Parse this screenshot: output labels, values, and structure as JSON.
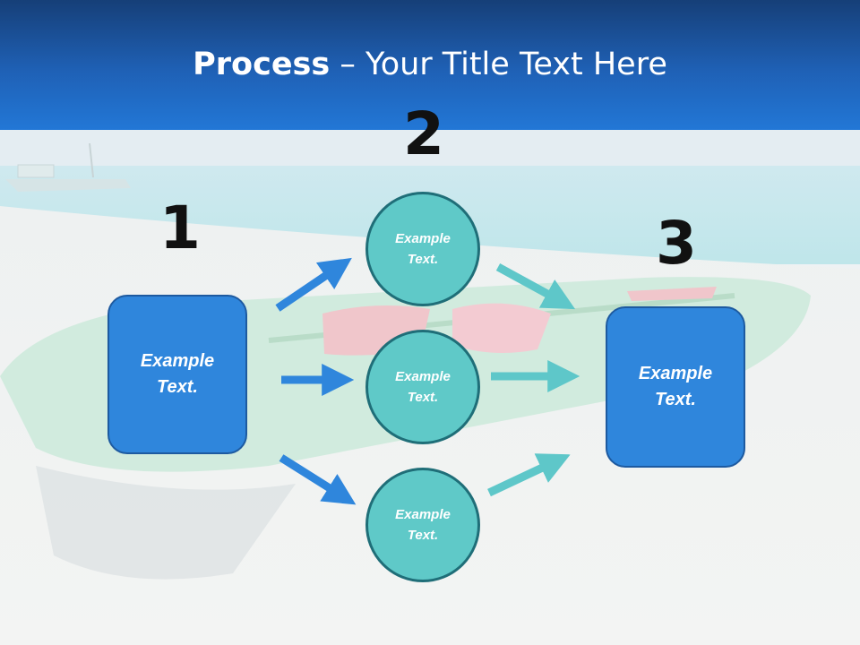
{
  "title": {
    "bold": "Process",
    "rest": " – Your Title Text Here"
  },
  "steps": [
    {
      "number": "1",
      "text": "Example Text."
    },
    {
      "number": "2",
      "items": [
        "Example Text.",
        "Example Text.",
        "Example Text."
      ]
    },
    {
      "number": "3",
      "text": "Example Text."
    }
  ],
  "colors": {
    "header": "#2277d6",
    "box_fill": "#2f86dc",
    "circle_fill": "#5fc9c8",
    "arrow_blue": "#2f86dc",
    "arrow_teal": "#5ec7c9"
  }
}
